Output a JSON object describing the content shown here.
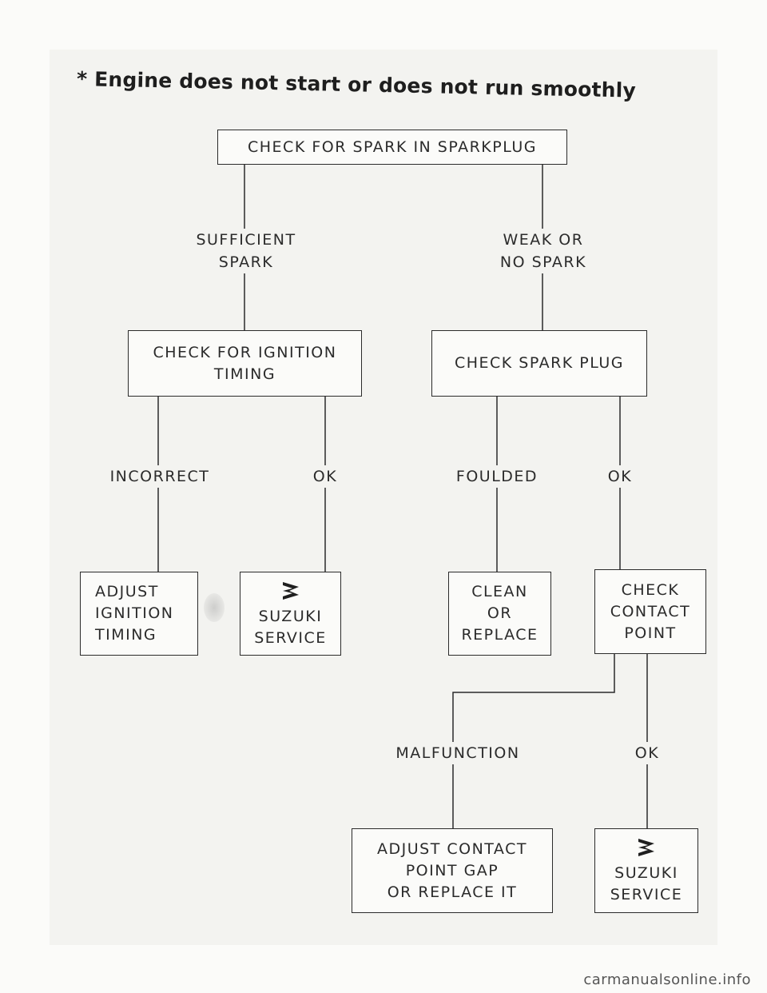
{
  "heading": "* Engine does not start or does not run smoothly",
  "boxes": {
    "check_spark": "CHECK FOR SPARK IN SPARKPLUG",
    "check_ignition": "CHECK FOR IGNITION\nTIMING",
    "check_plug": "CHECK SPARK PLUG",
    "adjust_timing": "ADJUST\nIGNITION\nTIMING",
    "suzuki_service_1": "SUZUKI\nSERVICE",
    "clean_replace": "CLEAN\nOR\nREPLACE",
    "check_contact": "CHECK\nCONTACT\nPOINT",
    "adjust_contact": "ADJUST CONTACT\nPOINT GAP\nOR REPLACE IT",
    "suzuki_service_2": "SUZUKI\nSERVICE"
  },
  "labels": {
    "sufficient": "SUFFICIENT\nSPARK",
    "weak": "WEAK OR\nNO SPARK",
    "incorrect": "INCORRECT",
    "ok_ignition": "OK",
    "fouled": "FOULDED",
    "ok_plug": "OK",
    "malfunction": "MALFUNCTION",
    "ok_contact": "OK"
  },
  "icons": {
    "logo": "suzuki-s-logo-icon"
  },
  "watermark": "carmanualsonline.info"
}
